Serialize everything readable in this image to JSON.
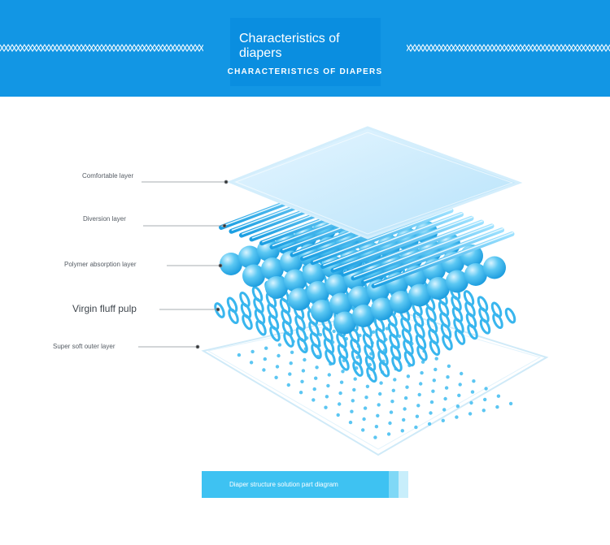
{
  "header": {
    "title": "Characteristics of diapers",
    "subtitle": "CHARACTERISTICS OF DIAPERS"
  },
  "layers": {
    "comfortable": "Comfortable layer",
    "diversion": "Diversion layer",
    "polymer": "Polymer absorption layer",
    "fluff": "Virgin fluff pulp",
    "outer": "Super soft outer layer"
  },
  "caption": "Diaper structure solution part diagram",
  "colors": {
    "banner": "#1296e4",
    "accent": "#3ec2f2",
    "layer_blue": "#3db8ef"
  }
}
